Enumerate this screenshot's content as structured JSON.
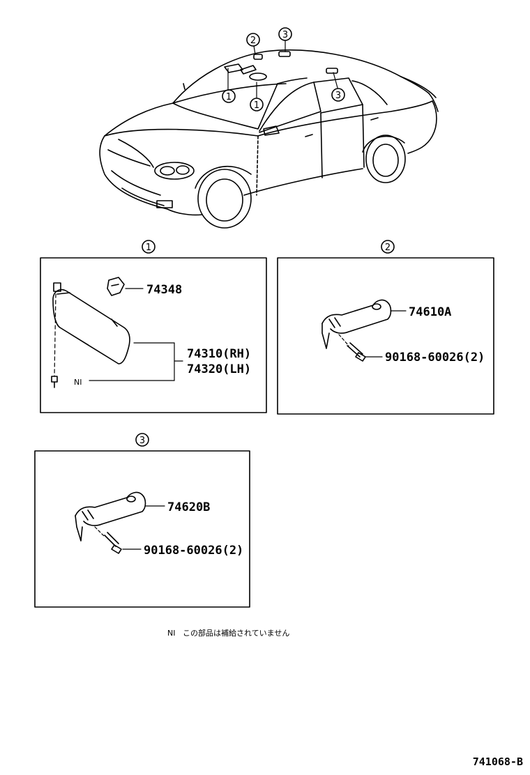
{
  "callouts": {
    "one": "1",
    "two": "2",
    "three": "3"
  },
  "panel1": {
    "part_clip": "74348",
    "part_visor_rh": "74310(RH)",
    "part_visor_lh": "74320(LH)",
    "ni_marker": "NI"
  },
  "panel2": {
    "part_grip": "74610A",
    "part_screw": "90168-60026(2)"
  },
  "panel3": {
    "part_grip": "74620B",
    "part_screw": "90168-60026(2)"
  },
  "footnote": {
    "marker": "NI",
    "text": "この部品は補給されていません"
  },
  "doc_id": "741068-B"
}
